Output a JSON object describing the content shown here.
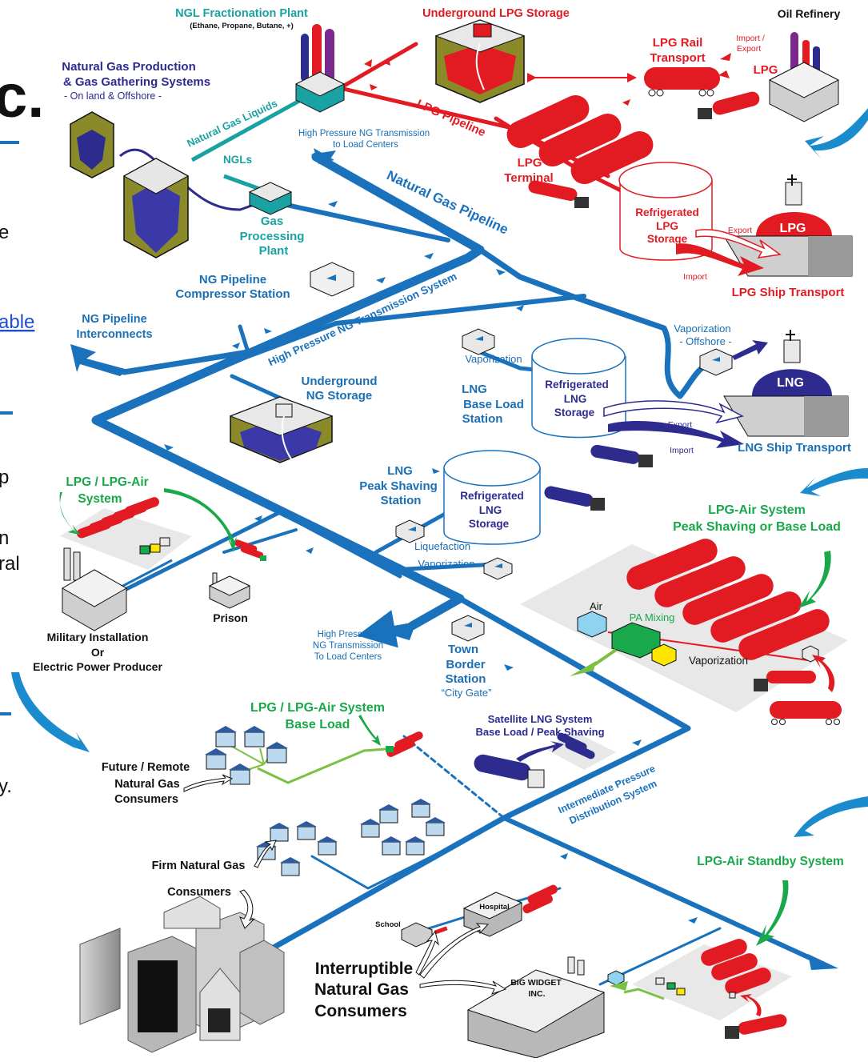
{
  "colors": {
    "pipe_blue": "#1a72bd",
    "ngl_teal": "#1aa2a2",
    "lpg_red": "#e21b23",
    "lng_navy": "#27288f",
    "lpg_air_green": "#19a84a",
    "ground_olive": "#8a8a2a",
    "text_blue": "#1a6fb5",
    "text_black": "#111111"
  },
  "edge": {
    "letter_c": "c.",
    "text_e": "e",
    "link_able": "able",
    "text_p": "p",
    "text_n": "n",
    "text_ral": "ral",
    "text_y": "y."
  },
  "labels": {
    "ngl_plant_title": "NGL Fractionation Plant",
    "ngl_plant_sub": "(Ethane, Propane, Butane, +)",
    "underground_lpg": "Underground LPG Storage",
    "oil_refinery": "Oil Refinery",
    "production_l1": "Natural Gas Production",
    "production_l2": "& Gas Gathering Systems",
    "production_l3": "- On land & Offshore -",
    "lpg_rail_l1": "LPG Rail",
    "lpg_rail_l2": "Transport",
    "import_export_l1": "Import /",
    "import_export_l2": "Export",
    "lpg_small": "LPG",
    "natural_gas_liquids": "Natural Gas Liquids",
    "hp_ng_top_l1": "High Pressure NG Transmission",
    "hp_ng_top_l2": "to Load Centers",
    "lpg_pipeline": "LPG Pipeline",
    "ngls": "NGLs",
    "gas_processing_l1": "Gas",
    "gas_processing_l2": "Processing",
    "gas_processing_l3": "Plant",
    "lpg_terminal_l1": "LPG",
    "lpg_terminal_l2": "Terminal",
    "natural_gas_pipeline": "Natural Gas Pipeline",
    "refrig_lpg_l1": "Refrigerated",
    "refrig_lpg_l2": "LPG",
    "refrig_lpg_l3": "Storage",
    "lpg_ship": "LPG",
    "export": "Export",
    "import": "Import",
    "lpg_ship_transport": "LPG Ship Transport",
    "ng_compressor_l1": "NG Pipeline",
    "ng_compressor_l2": "Compressor Station",
    "ng_interconnects_l1": "NG Pipeline",
    "ng_interconnects_l2": "Interconnects",
    "hp_ng_system": "High Pressure NG Transmission System",
    "vaporization_offshore_l1": "Vaporization",
    "vaporization_offshore_l2": "- Offshore -",
    "vaporization": "Vaporization",
    "lng_baseload_l1": "LNG",
    "lng_baseload_l2": "Base Load",
    "lng_baseload_l3": "Station",
    "refrig_lng_l1": "Refrigerated",
    "refrig_lng_l2": "LNG",
    "refrig_lng_l3": "Storage",
    "lng_ship": "LNG",
    "lng_ship_transport": "LNG Ship Transport",
    "underground_ng_l1": "Underground",
    "underground_ng_l2": "NG Storage",
    "lpg_air_system_l1": "LPG / LPG-Air",
    "lpg_air_system_l2": "System",
    "lng_peak_l1": "LNG",
    "lng_peak_l2": "Peak Shaving",
    "lng_peak_l3": "Station",
    "refrig_lng2_l1": "Refrigerated",
    "refrig_lng2_l2": "LNG",
    "refrig_lng2_l3": "Storage",
    "liquefaction": "Liquefaction",
    "vaporization2": "Vaporization",
    "lpg_air_peak_l1": "LPG-Air System",
    "lpg_air_peak_l2": "Peak Shaving or Base Load",
    "air": "Air",
    "pa_mixing": "PA Mixing",
    "vaporization3": "Vaporization",
    "military_l1": "Military Installation",
    "military_l2": "Or",
    "military_l3": "Electric Power Producer",
    "prison": "Prison",
    "hp_ng_bottom_l1": "High Pressure",
    "hp_ng_bottom_l2": "NG Transmission",
    "hp_ng_bottom_l3": "To Load Centers",
    "town_border_l1": "Town",
    "town_border_l2": "Border",
    "town_border_l3": "Station",
    "city_gate": "“City Gate”",
    "lpg_air_base_l1": "LPG / LPG-Air System",
    "lpg_air_base_l2": "Base Load",
    "satellite_lng_l1": "Satellite LNG System",
    "satellite_lng_l2": "Base Load / Peak Shaving",
    "future_remote_l1": "Future / Remote",
    "future_remote_l2": "Natural Gas",
    "future_remote_l3": "Consumers",
    "intermediate_l1": "Intermediate Pressure",
    "intermediate_l2": "Distribution System",
    "firm_l1": "Firm Natural Gas",
    "firm_l2": "Consumers",
    "lpg_air_standby": "LPG-Air Standby System",
    "hospital": "Hospital",
    "school": "School",
    "interruptible_l1": "Interruptible",
    "interruptible_l2": "Natural Gas",
    "interruptible_l3": "Consumers",
    "big_widget_l1": "BIG WIDGET",
    "big_widget_l2": "INC."
  }
}
